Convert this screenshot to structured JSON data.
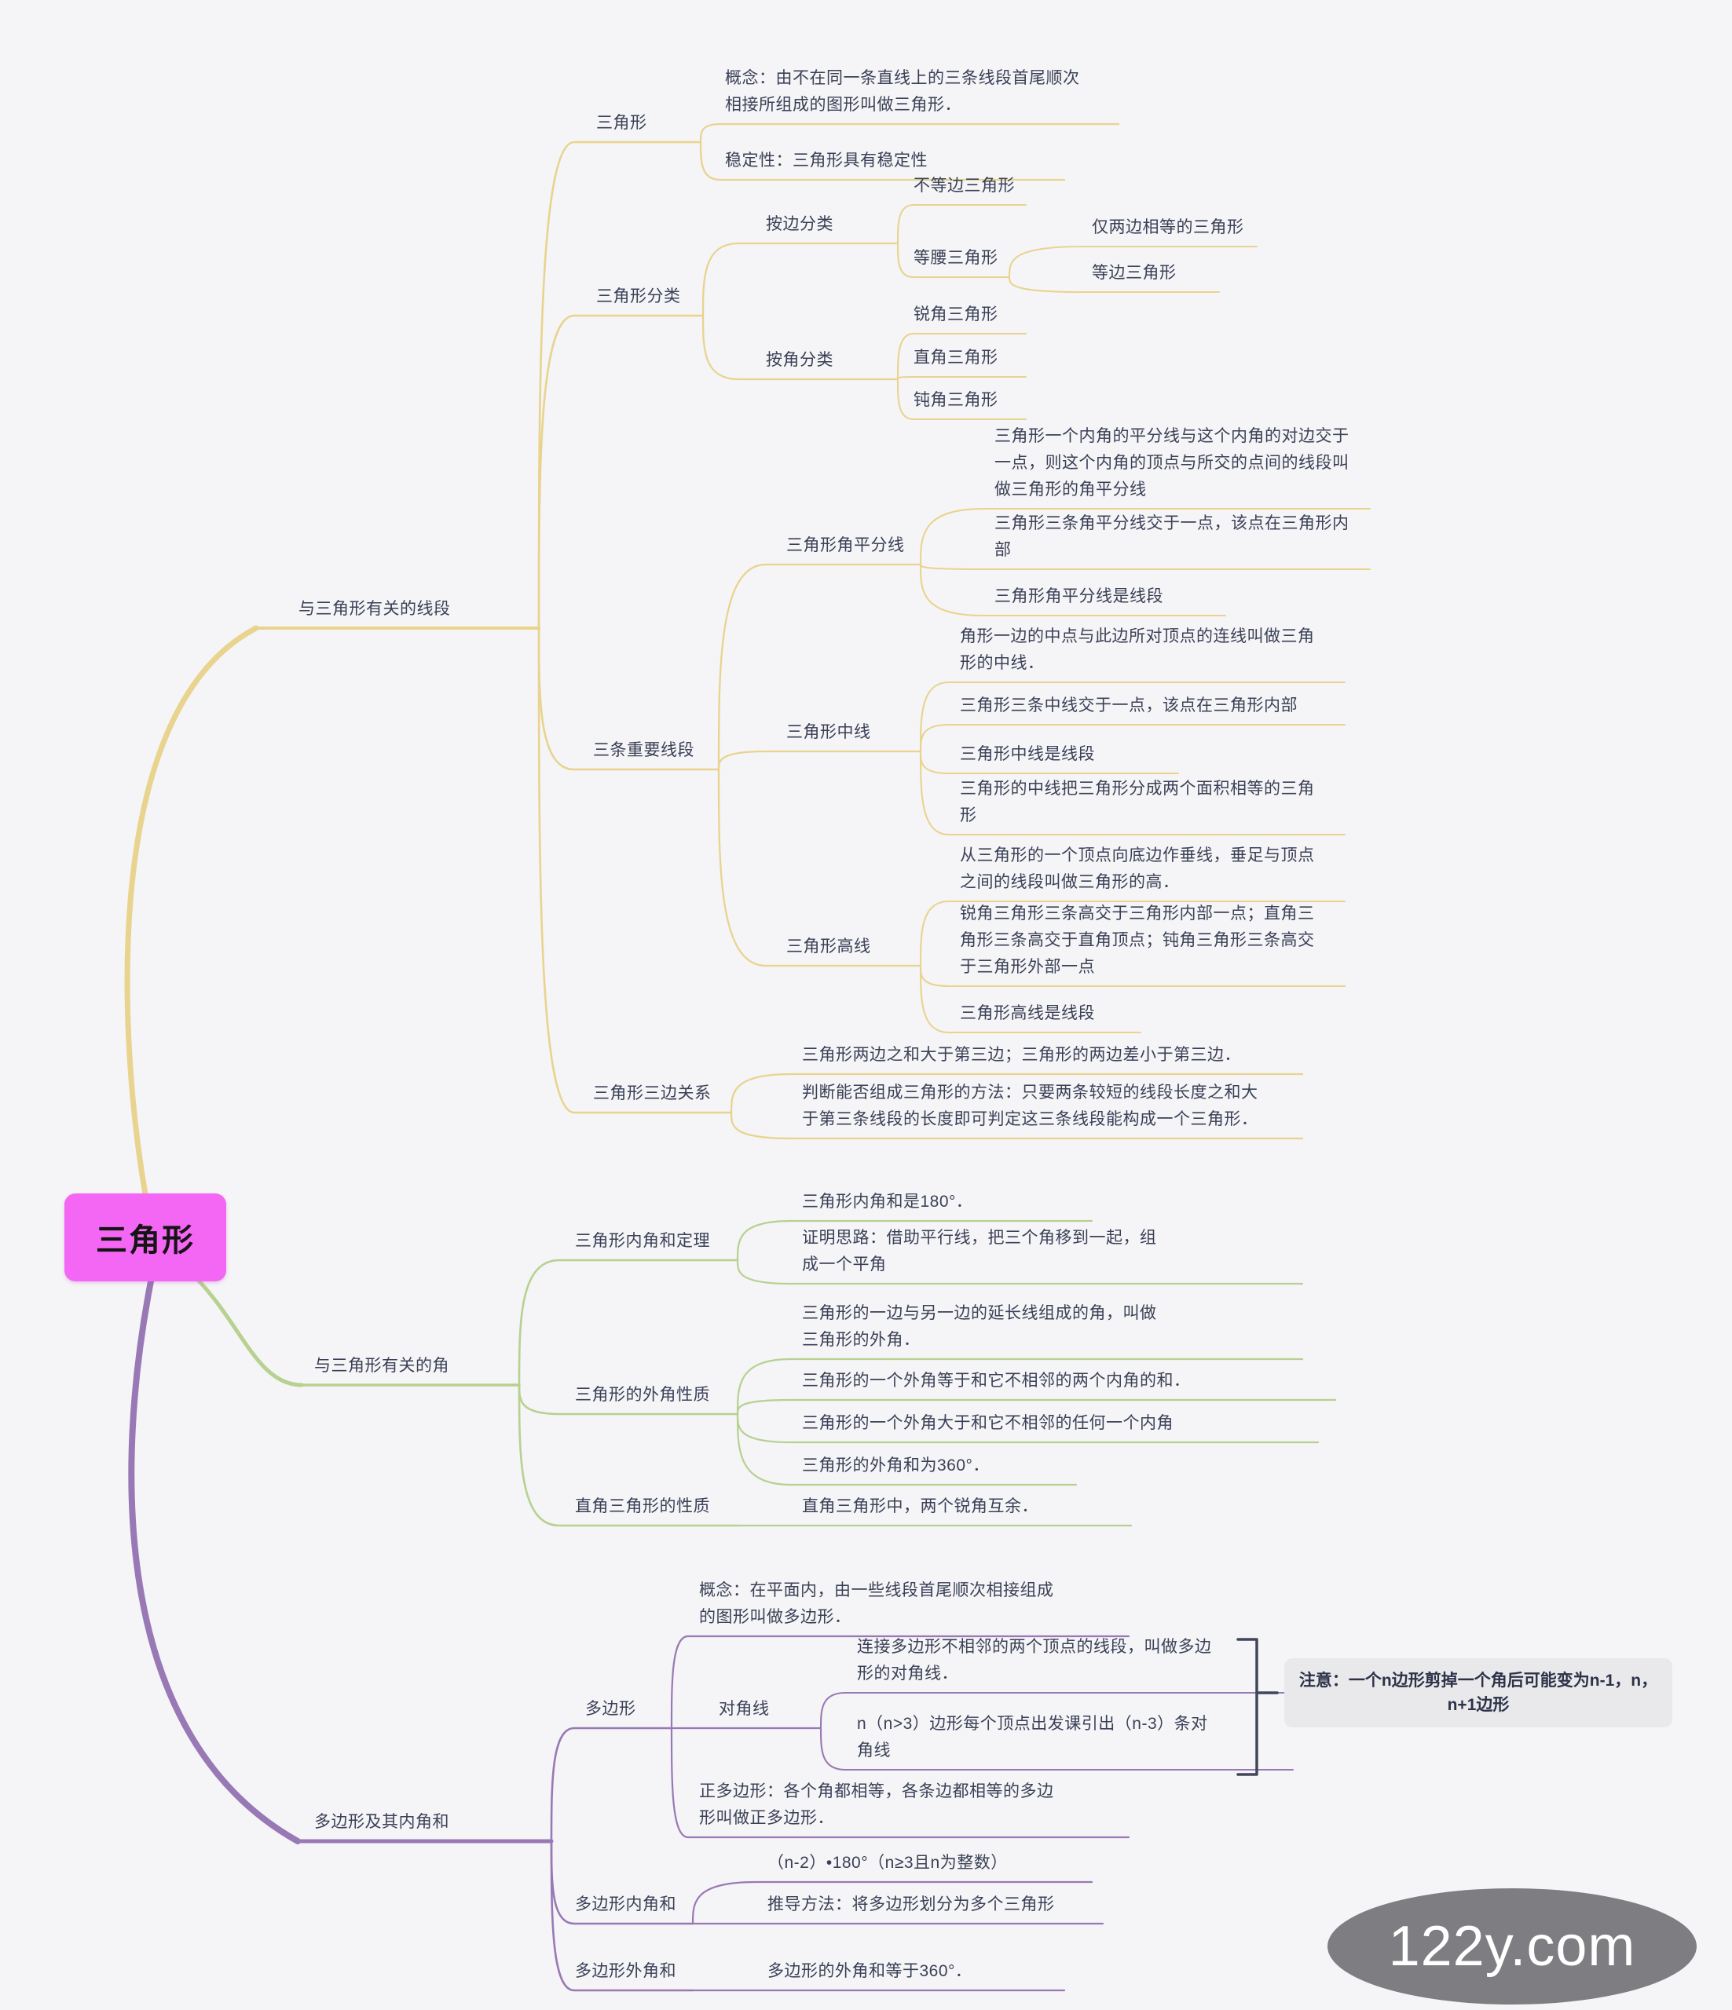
{
  "root": {
    "label": "三角形"
  },
  "watermark": {
    "text": "122y.com"
  },
  "colors": {
    "yellow_branch": "#e8d48e",
    "green_branch": "#b6d190",
    "purple_branch": "#9879b5",
    "root_fill": "#f466f4",
    "text": "#3a4156",
    "note_bg": "#e9e9ec",
    "watermark_bg": "#7e7e82",
    "background": "#f5f4f7"
  },
  "segments_branch": {
    "label": "与三角形有关的线段",
    "triangle": {
      "label": "三角形",
      "concept": "概念：由不在同一条直线上的三条线段首尾顺次相接所组成的图形叫做三角形．",
      "stability": "稳定性：三角形具有稳定性"
    },
    "classification": {
      "label": "三角形分类",
      "by_side": {
        "label": "按边分类",
        "scalene": "不等边三角形",
        "isosceles": {
          "label": "等腰三角形",
          "only_two": "仅两边相等的三角形",
          "equilateral": "等边三角形"
        }
      },
      "by_angle": {
        "label": "按角分类",
        "acute": "锐角三角形",
        "right": "直角三角形",
        "obtuse": "钝角三角形"
      }
    },
    "three_lines": {
      "label": "三条重要线段",
      "bisector": {
        "label": "三角形角平分线",
        "definition": "三角形一个内角的平分线与这个内角的对边交于一点，则这个内角的顶点与所交的点间的线段叫做三角形的角平分线",
        "concurrency": "三角形三条角平分线交于一点，该点在三角形内部",
        "is_segment": "三角形角平分线是线段"
      },
      "median": {
        "label": "三角形中线",
        "definition": "角形一边的中点与此边所对顶点的连线叫做三角形的中线．",
        "concurrency": "三角形三条中线交于一点，该点在三角形内部",
        "is_segment": "三角形中线是线段",
        "equal_area": "三角形的中线把三角形分成两个面积相等的三角形"
      },
      "altitude": {
        "label": "三角形高线",
        "definition": "从三角形的一个顶点向底边作垂线，垂足与顶点之间的线段叫做三角形的高．",
        "concurrency": "锐角三角形三条高交于三角形内部一点；直角三角形三条高交于直角顶点；钝角三角形三条高交于三角形外部一点",
        "is_segment": "三角形高线是线段"
      }
    },
    "side_relation": {
      "label": "三角形三边关系",
      "inequality": "三角形两边之和大于第三边；三角形的两边差小于第三边．",
      "judge": "判断能否组成三角形的方法：只要两条较短的线段长度之和大于第三条线段的长度即可判定这三条线段能构成一个三角形．"
    }
  },
  "angles_branch": {
    "label": "与三角形有关的角",
    "interior": {
      "label": "三角形内角和定理",
      "sum": "三角形内角和是180°．",
      "proof": "证明思路：借助平行线，把三个角移到一起，组成一个平角"
    },
    "exterior": {
      "label": "三角形的外角性质",
      "definition": "三角形的一边与另一边的延长线组成的角，叫做三角形的外角．",
      "equal": "三角形的一个外角等于和它不相邻的两个内角的和．",
      "greater": "三角形的一个外角大于和它不相邻的任何一个内角",
      "sum": "三角形的外角和为360°．"
    },
    "right_triangle": {
      "label": "直角三角形的性质",
      "complementary": "直角三角形中，两个锐角互余．"
    }
  },
  "polygon_branch": {
    "label": "多边形及其内角和",
    "polygon": {
      "label": "多边形",
      "concept": "概念：在平面内，由一些线段首尾顺次相接组成的图形叫做多边形．",
      "diagonal": {
        "label": "对角线",
        "definition": "连接多边形不相邻的两个顶点的线段，叫做多边形的对角线．",
        "count": "n（n>3）边形每个顶点出发课引出（n-3）条对角线"
      },
      "regular": "正多边形：各个角都相等，各条边都相等的多边形叫做正多边形．",
      "note": "注意：一个n边形剪掉一个角后可能变为n-1，n，n+1边形"
    },
    "interior_sum": {
      "label": "多边形内角和",
      "formula": "（n-2）•180°（n≥3且n为整数）",
      "method": "推导方法：将多边形划分为多个三角形"
    },
    "exterior_sum": {
      "label": "多边形外角和",
      "value": "多边形的外角和等于360°．"
    }
  }
}
